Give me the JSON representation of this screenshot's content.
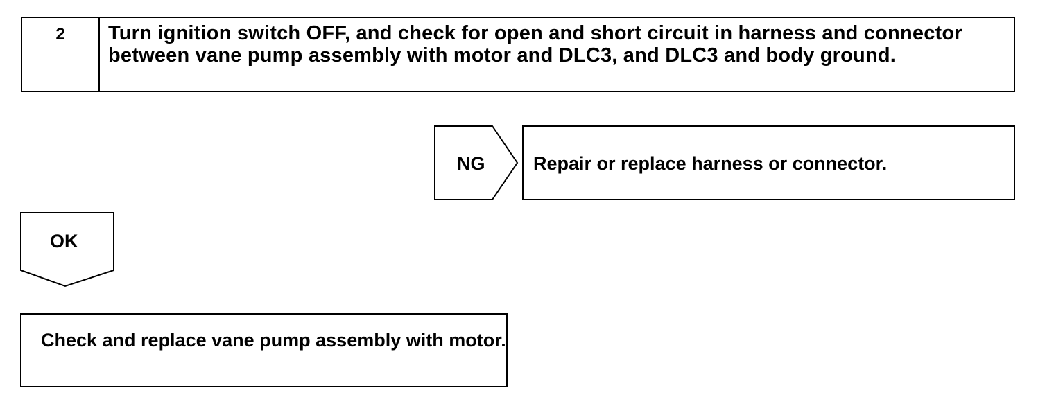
{
  "step": {
    "number": "2",
    "text": "Turn ignition switch OFF, and check for open and short circuit in harness and connector between vane pump assembly with motor and DLC3, and DLC3 and body ground."
  },
  "ng_branch": {
    "label": "NG",
    "result": "Repair or replace harness or connector."
  },
  "ok_branch": {
    "label": "OK",
    "result": "Check and replace vane pump assembly with motor."
  }
}
